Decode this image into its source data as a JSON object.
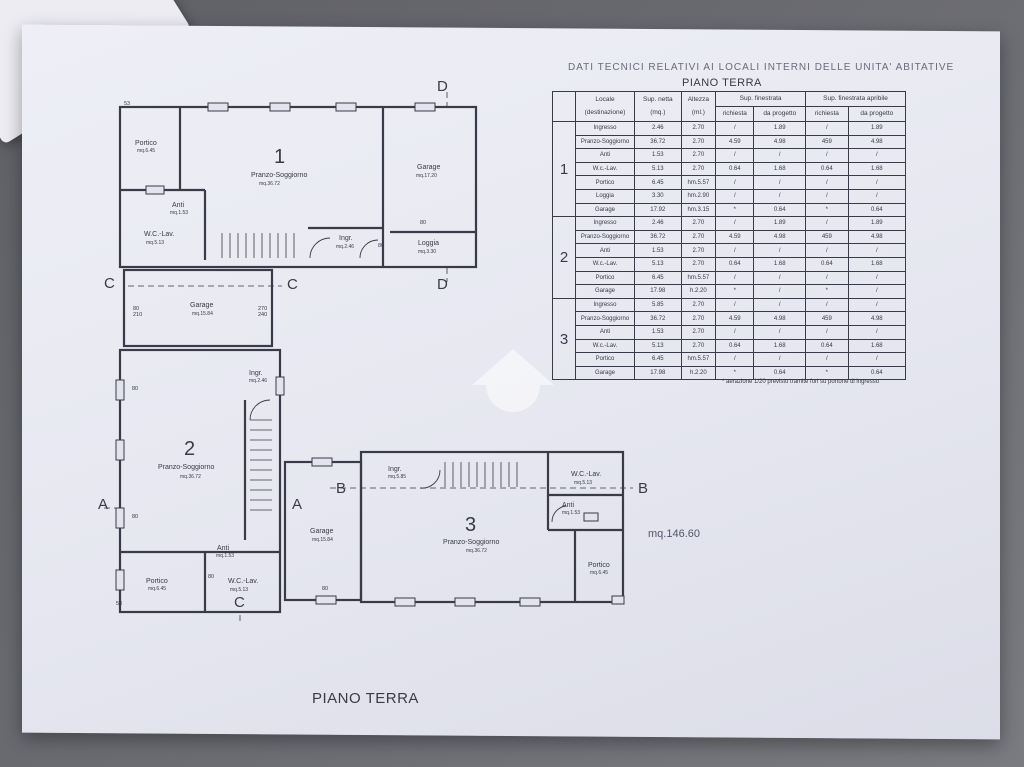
{
  "table": {
    "title_line1": "DATI TECNICI RELATIVI AI LOCALI INTERNI DELLE UNITA' ABITATIVE",
    "title_line2": "PIANO TERRA",
    "headers": {
      "locale": "Locale",
      "destinazione": "(destinazione)",
      "sup_netta": "Sup. netta",
      "sup_netta_unit": "(mq.)",
      "altezza": "Altezza",
      "altezza_unit": "(ml.)",
      "sup_finestrata": "Sup. finestrata",
      "sup_finestrata_apribile": "Sup. finestrata apribile",
      "richiesta": "richiesta",
      "da_progetto": "da progetto"
    },
    "units": [
      {
        "label": "1",
        "rows": [
          [
            "Ingresso",
            "2.46",
            "2.70",
            "/",
            "1.89",
            "/",
            "1.89"
          ],
          [
            "Pranzo-Soggiorno",
            "36.72",
            "2.70",
            "4.59",
            "4.98",
            "459",
            "4.98"
          ],
          [
            "Anti",
            "1.53",
            "2.70",
            "/",
            "/",
            "/",
            "/"
          ],
          [
            "W.c.-Lav.",
            "5.13",
            "2.70",
            "0.64",
            "1.68",
            "0.64",
            "1.68"
          ],
          [
            "Portico",
            "6.45",
            "hm.5.57",
            "/",
            "/",
            "/",
            "/"
          ],
          [
            "Loggia",
            "3.30",
            "hm.2.90",
            "/",
            "/",
            "/",
            "/"
          ],
          [
            "Garage",
            "17.92",
            "hm.3.15",
            "*",
            "0.64",
            "*",
            "0.64"
          ]
        ]
      },
      {
        "label": "2",
        "rows": [
          [
            "Ingresso",
            "2.46",
            "2.70",
            "/",
            "1.89",
            "/",
            "1.89"
          ],
          [
            "Pranzo-Soggiorno",
            "36.72",
            "2.70",
            "4.59",
            "4.98",
            "459",
            "4.98"
          ],
          [
            "Anti",
            "1.53",
            "2.70",
            "/",
            "/",
            "/",
            "/"
          ],
          [
            "W.c.-Lav.",
            "5.13",
            "2.70",
            "0.64",
            "1.68",
            "0.64",
            "1.68"
          ],
          [
            "Portico",
            "6.45",
            "hm.5.57",
            "/",
            "/",
            "/",
            "/"
          ],
          [
            "Garage",
            "17.98",
            "h.2.20",
            "*",
            "/",
            "*",
            "/"
          ]
        ]
      },
      {
        "label": "3",
        "rows": [
          [
            "Ingresso",
            "5.85",
            "2.70",
            "/",
            "/",
            "/",
            "/"
          ],
          [
            "Pranzo-Soggiorno",
            "36.72",
            "2.70",
            "4.59",
            "4.98",
            "459",
            "4.98"
          ],
          [
            "Anti",
            "1.53",
            "2.70",
            "/",
            "/",
            "/",
            "/"
          ],
          [
            "W.c.-Lav.",
            "5.13",
            "2.70",
            "0.64",
            "1.68",
            "0.64",
            "1.68"
          ],
          [
            "Portico",
            "6.45",
            "hm.5.57",
            "/",
            "/",
            "/",
            "/"
          ],
          [
            "Garage",
            "17.98",
            "h.2.20",
            "*",
            "0.64",
            "*",
            "0.64"
          ]
        ]
      }
    ],
    "note": "* aerazione 1/20 previsto tramite fori su portone di ingresso"
  },
  "plan": {
    "unit1": {
      "number": "1",
      "portico": "Portico",
      "portico_mq": "mq.6.45",
      "pranzo": "Pranzo-Soggiorno",
      "pranzo_mq": "mq.36.72",
      "garage": "Garage",
      "garage_mq": "mq.17.20",
      "anti": "Anti",
      "anti_mq": "mq.1.53",
      "wc": "W.C.-Lav.",
      "wc_mq": "mq.5.13",
      "ingr": "Ingr.",
      "ingr_mq": "mq.2.46",
      "loggia": "Loggia",
      "loggia_mq": "mq.3.30"
    },
    "unit2": {
      "number": "2",
      "garage": "Garage",
      "garage_mq": "mq.15.84",
      "ingr": "Ingr.",
      "ingr_mq": "mq.2.46",
      "pranzo": "Pranzo-Soggiorno",
      "pranzo_mq": "mq.36.72",
      "anti": "Anti",
      "anti_mq": "mq.1.53",
      "portico": "Portico",
      "portico_mq": "mq.6.45",
      "wc": "W.C.-Lav.",
      "wc_mq": "mq.5.13"
    },
    "unit3": {
      "number": "3",
      "ingr": "Ingr.",
      "ingr_mq": "mq.5.85",
      "wc": "W.C.-Lav.",
      "wc_mq": "mq.5.13",
      "anti": "Anti",
      "anti_mq": "mq.1.53",
      "garage": "Garage",
      "garage_mq": "mq.15.84",
      "pranzo": "Pranzo-Soggiorno",
      "pranzo_mq": "mq.36.72",
      "portico": "Portico",
      "portico_mq": "mq.6.45"
    },
    "section_marks": {
      "a": "A",
      "b": "B",
      "c": "C",
      "d": "D"
    },
    "total_area": "mq.146.60",
    "floor_label": "PIANO TERRA"
  }
}
